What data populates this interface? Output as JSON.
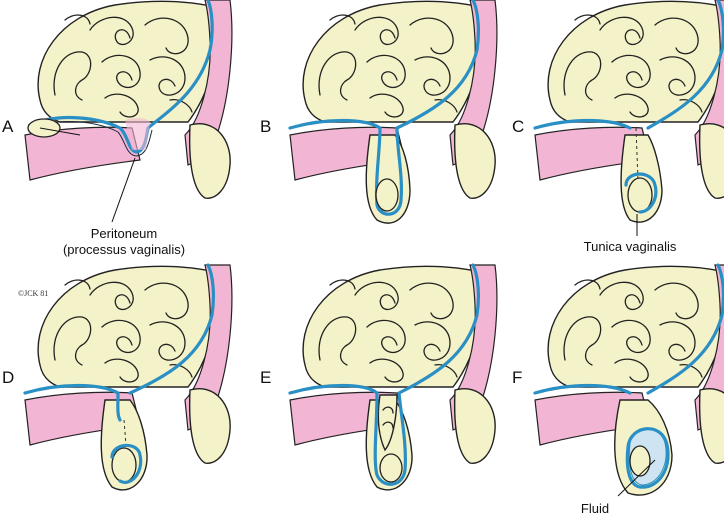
{
  "panels": [
    {
      "letter": "A",
      "state": "open processus vaginalis (peritoneum)"
    },
    {
      "letter": "B",
      "state": "patent processus vaginalis with testis"
    },
    {
      "letter": "C",
      "state": "obliterated processus, tunica vaginalis"
    },
    {
      "letter": "D",
      "state": "partially obliterated processus"
    },
    {
      "letter": "E",
      "state": "hernia into patent processus"
    },
    {
      "letter": "F",
      "state": "hydrocele with fluid"
    }
  ],
  "annotations": {
    "peritoneum_line1": "Peritoneum",
    "peritoneum_line2": "(processus vaginalis)",
    "tunica": "Tunica vaginalis",
    "fluid": "Fluid"
  },
  "signature": "©JCK 81",
  "colors": {
    "intestine": "#f4f2c8",
    "abdominal_wall": "#f2b6d4",
    "peritoneum": "#2a8fc4",
    "fluid": "#cfe4f3"
  }
}
